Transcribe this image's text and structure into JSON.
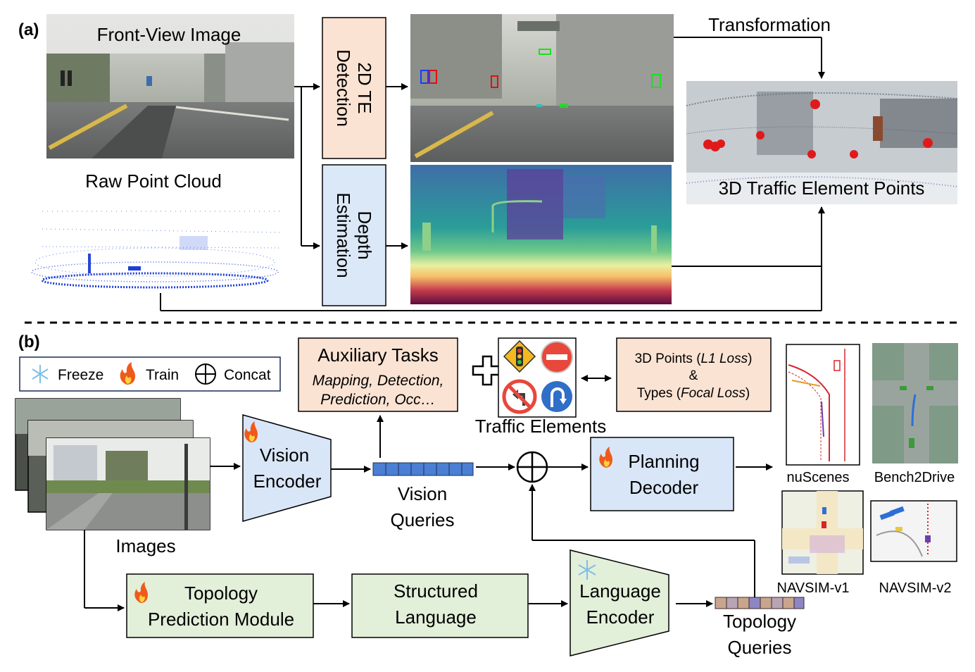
{
  "part_a": {
    "label": "(a)",
    "front_view": "Front-View Image",
    "raw_point_cloud": "Raw Point Cloud",
    "te_detection": [
      "2D TE",
      "Detection"
    ],
    "depth_estimation": [
      "Depth",
      "Estimation"
    ],
    "transformation": "Transformation",
    "te_points_3d": "3D Traffic Element Points"
  },
  "part_b": {
    "label": "(b)",
    "legend": {
      "freeze": "Freeze",
      "train": "Train",
      "concat": "Concat"
    },
    "aux_tasks": {
      "title": "Auxiliary Tasks",
      "line1": "Mapping, Detection,",
      "line2": "Prediction, Occ…"
    },
    "traffic_elements": "Traffic Elements",
    "losses": {
      "l1_pre": "3D Points (",
      "l1_it": "L1 Loss",
      "post": ")",
      "amp": "&",
      "focal_pre": "Types (",
      "focal_it": "Focal Loss"
    },
    "images": "Images",
    "vision_encoder": [
      "Vision",
      "Encoder"
    ],
    "vision_queries": [
      "Vision",
      "Queries"
    ],
    "planning_decoder": [
      "Planning",
      "Decoder"
    ],
    "topology_module": [
      "Topology",
      "Prediction Module"
    ],
    "structured_language": [
      "Structured",
      "Language"
    ],
    "language_encoder": [
      "Language",
      "Encoder"
    ],
    "topology_queries": [
      "Topology",
      "Queries"
    ],
    "benchmarks": [
      "nuScenes",
      "Bench2Drive",
      "NAVSIM-v1",
      "NAVSIM-v2"
    ]
  },
  "colors": {
    "te_box": "#fbe3d3",
    "depth_box": "#dbe8f8",
    "encoder_blue": "#d9e6f7",
    "green_box": "#e2efd9",
    "aux_box": "#fbe3d3",
    "vision_query_cell": "#4a7fd4",
    "topology_query_cells": [
      "#c9a58e",
      "#b9a4b6",
      "#c9a58e",
      "#8e86c4",
      "#c9a58e",
      "#b9a4b6",
      "#c9a58e",
      "#8e86c4"
    ]
  }
}
